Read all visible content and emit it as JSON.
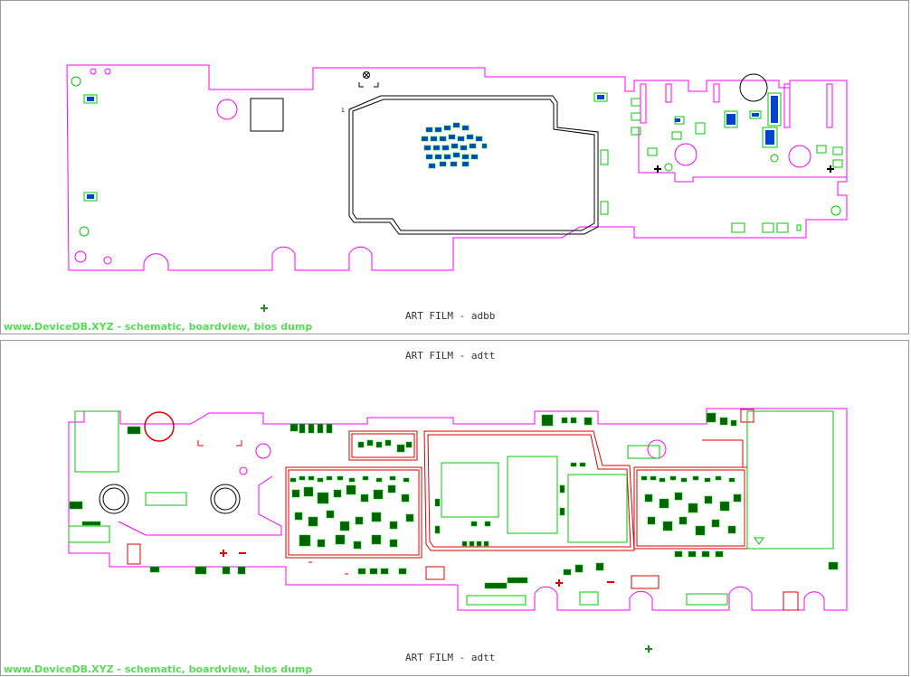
{
  "panels": {
    "top": {
      "label": "ART FILM - adbb",
      "watermark": "www.DeviceDB.XYZ - schematic, boardview, bios dump"
    },
    "top_footer_label": "ART FILM - adtt",
    "bottom": {
      "label": "ART FILM - adtt",
      "watermark": "www.DeviceDB.XYZ - schematic, boardview, bios dump"
    }
  },
  "colors": {
    "outline": "#ff00ff",
    "pad": "#00c800",
    "pad_fill_top": "#0044cc",
    "pad_fill_bottom": "#006400",
    "trace_red": "#e00000",
    "shield": "#000000",
    "watermark": "#55dd55"
  }
}
